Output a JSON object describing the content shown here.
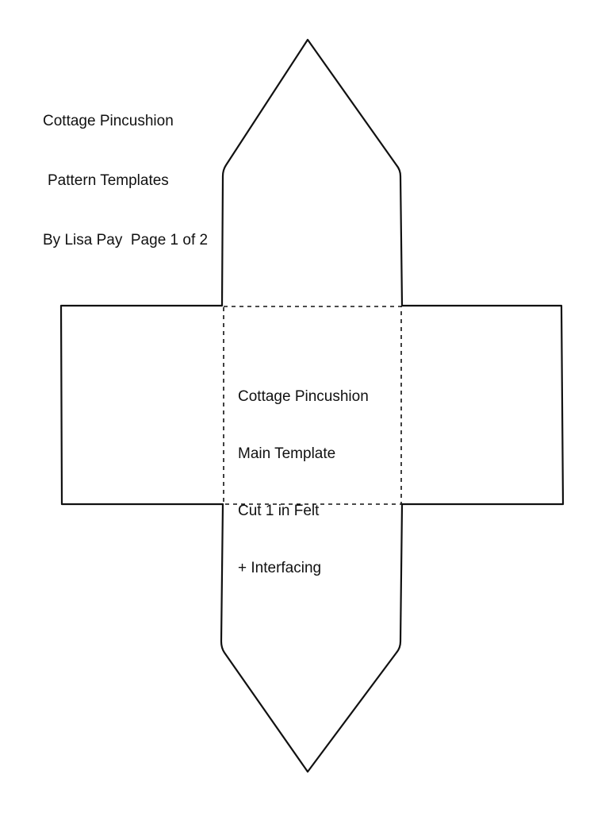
{
  "header": {
    "line1": "Cottage Pincushion",
    "line2": "Pattern Templates",
    "line3": "By Lisa Pay  Page 1 of 2"
  },
  "template_label": {
    "line1": "Cottage Pincushion",
    "line2": "Main Template",
    "line3": "Cut 1 in Felt",
    "line4": "+ Interfacing"
  },
  "colors": {
    "line": "#111111",
    "background": "#ffffff"
  }
}
